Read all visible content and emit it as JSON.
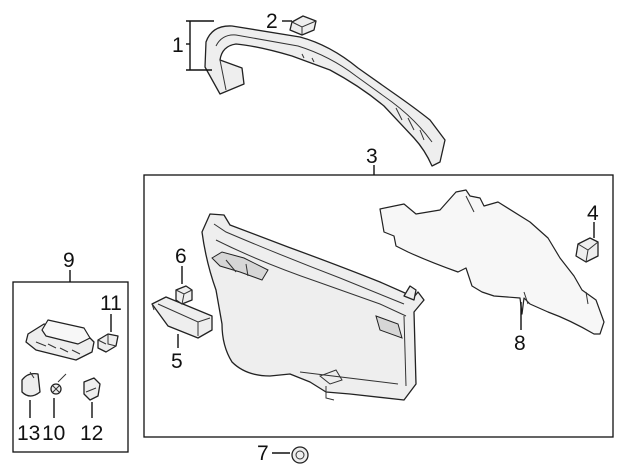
{
  "callouts": {
    "c1": "1",
    "c2": "2",
    "c3": "3",
    "c4": "4",
    "c5": "5",
    "c6": "6",
    "c7": "7",
    "c8": "8",
    "c9": "9",
    "c10": "10",
    "c11": "11",
    "c12": "12",
    "c13": "13"
  },
  "colors": {
    "line": "#222222",
    "part_fill": "#eeeeee",
    "shade_fill": "#d6d6d6",
    "background": "#ffffff"
  }
}
